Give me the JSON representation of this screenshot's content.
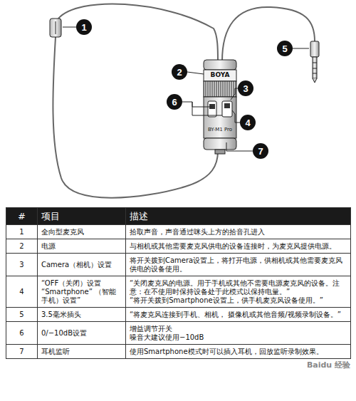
{
  "diagram": {
    "nodes": [
      {
        "text": [
          "1"
        ]
      },
      {
        "text": [
          "2"
        ]
      },
      {
        "text": [
          "3"
        ]
      },
      {
        "text": [
          "4"
        ]
      },
      {
        "text": [
          "5"
        ]
      },
      {
        "text": [
          "6"
        ]
      },
      {
        "text": [
          "7"
        ]
      }
    ],
    "labels": [
      "BOYA",
      "BY-M1 Pro",
      "#",
      "项目",
      "描述",
      "1",
      "全向型麦克风",
      "拾取声音，声音通过咪头上方的拾音孔进入",
      "2",
      "电源",
      "与相机或其他需要麦克风供电的设备连接时，为麦克风提供电源。",
      "3",
      "Camera（相机）设置",
      "将开关拨到Camera设置上，将打开电源，供相机或其他需要麦克风供电的设备使用。",
      "4",
      "“OFF（关闭）设置 “Smartphone” （智能手机）设置”",
      "“关闭麦克风的电源。用于手机或其他不需要电源麦克风的设备。注意：在不使用时保持设备处于此模式以保持电量。”",
      "“将开关拨到Smartphone设置上，供手机麦克风设备使用。”",
      "5",
      "3.5毫米插头",
      "“将麦克风连接到手机、相机， 摄像机或其他音频/视频录制设备。”",
      "6",
      "0/−10dB设置",
      "增益调节开关",
      "噪音大建议使用−10dB",
      "7",
      "耳机监听",
      "使用Smartphone模式时可以插入耳机，回放监听录制效果。",
      "Baidu 经验"
    ]
  }
}
